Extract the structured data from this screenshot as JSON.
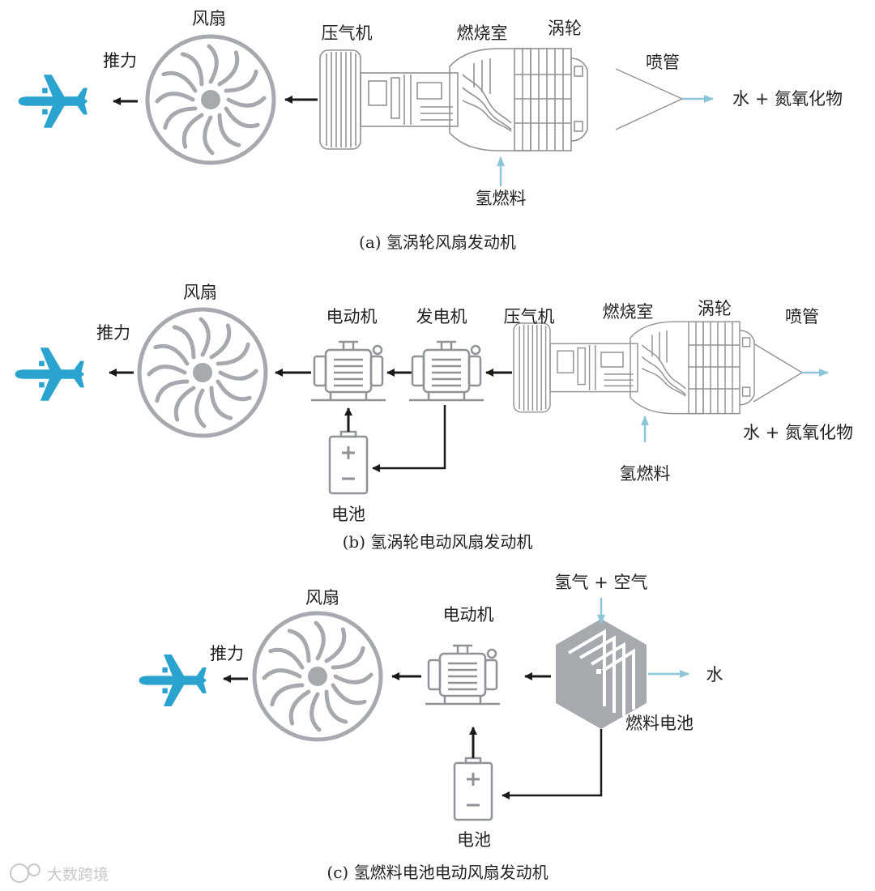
{
  "colors": {
    "plane": "#2aa3cf",
    "gray": "#a6a9ad",
    "line": "#8f9296",
    "arrow_dark": "#1a1a1a",
    "flow_blue": "#8cc6d8",
    "text": "#222222"
  },
  "panel_a": {
    "fan": "风扇",
    "thrust": "推力",
    "compressor": "压气机",
    "combustor": "燃烧室",
    "turbine": "涡轮",
    "nozzle": "喷管",
    "exhaust": "水 + 氮氧化物",
    "fuel": "氢燃料",
    "caption": "(a) 氢涡轮风扇发动机"
  },
  "panel_b": {
    "fan": "风扇",
    "thrust": "推力",
    "motor": "电动机",
    "generator": "发电机",
    "compressor": "压气机",
    "combustor": "燃烧室",
    "turbine": "涡轮",
    "nozzle": "喷管",
    "exhaust": "水 + 氮氧化物",
    "fuel": "氢燃料",
    "battery": "电池",
    "caption": "(b) 氢涡轮电动风扇发动机"
  },
  "panel_c": {
    "input": "氢气 + 空气",
    "fan": "风扇",
    "motor": "电动机",
    "thrust": "推力",
    "water": "水",
    "fuel_cell": "燃料电池",
    "battery": "电池",
    "caption": "(c) 氢燃料电池电动风扇发动机"
  },
  "watermark": "大数跨境"
}
